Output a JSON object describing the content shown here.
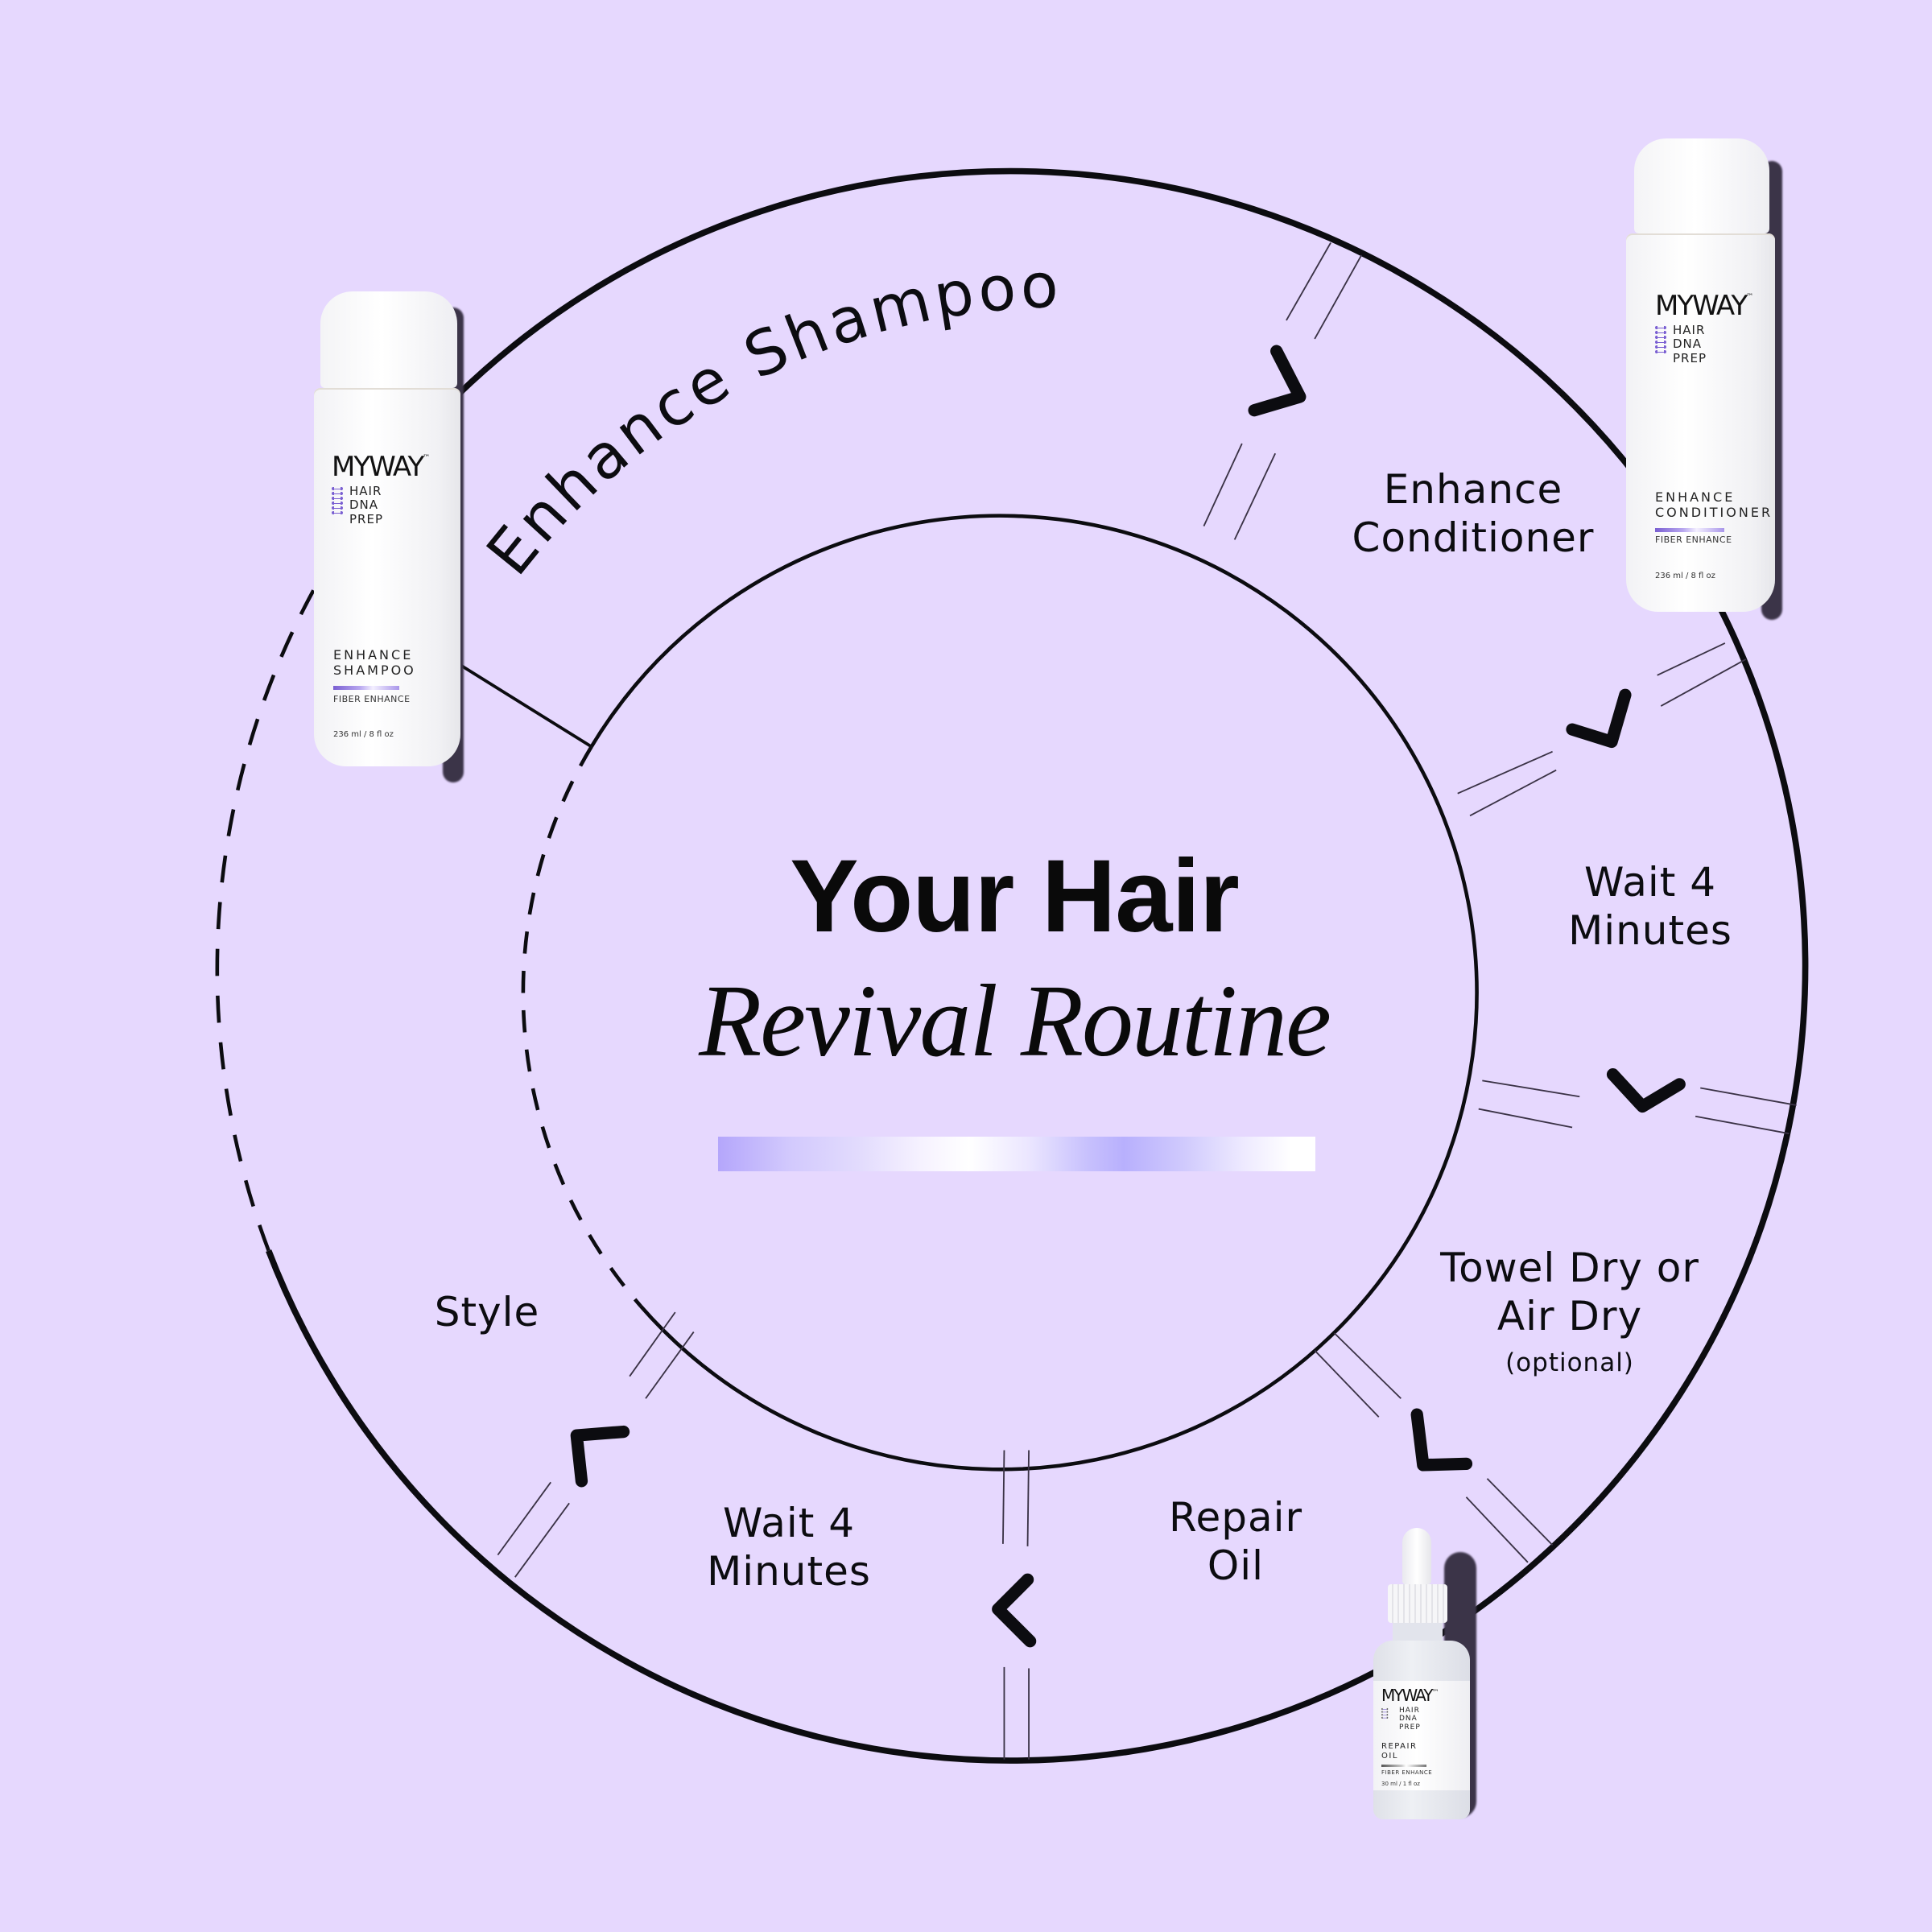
{
  "title": {
    "line1": "Your Hair",
    "line2": "Revival Routine"
  },
  "steps": [
    {
      "id": "shampoo",
      "label": "Enhance Shampoo"
    },
    {
      "id": "conditioner",
      "line1": "Enhance",
      "line2": "Conditioner"
    },
    {
      "id": "wait1",
      "line1": "Wait 4",
      "line2": "Minutes"
    },
    {
      "id": "dry",
      "line1": "Towel Dry or",
      "line2": "Air Dry",
      "note": "(optional)"
    },
    {
      "id": "oil",
      "line1": "Repair",
      "line2": "Oil"
    },
    {
      "id": "wait2",
      "line1": "Wait 4",
      "line2": "Minutes"
    },
    {
      "id": "style",
      "label": "Style"
    }
  ],
  "products": {
    "shampoo": {
      "brand": "MYWAY",
      "tm": "™",
      "line": [
        "HAIR",
        "DNA",
        "PREP"
      ],
      "name1": "ENHANCE",
      "name2": "SHAMPOO",
      "sub": "FIBER ENHANCE",
      "volume": "236 ml / 8 fl oz"
    },
    "conditioner": {
      "brand": "MYWAY",
      "tm": "™",
      "line": [
        "HAIR",
        "DNA",
        "PREP"
      ],
      "name1": "ENHANCE",
      "name2": "CONDITIONER",
      "sub": "FIBER ENHANCE",
      "volume": "236 ml / 8 fl oz"
    },
    "oil": {
      "brand": "MYWAY",
      "tm": "™",
      "line": [
        "HAIR",
        "DNA",
        "PREP"
      ],
      "name1": "REPAIR",
      "name2": "OIL",
      "sub": "FIBER ENHANCE",
      "volume": "30 ml / 1 fl oz"
    }
  },
  "colors": {
    "background": "#e6d8fe",
    "ink": "#0c0c10",
    "accent": "#7a5fd2",
    "gradient_start": "#b4a6fb",
    "gradient_end": "#ffffff"
  }
}
